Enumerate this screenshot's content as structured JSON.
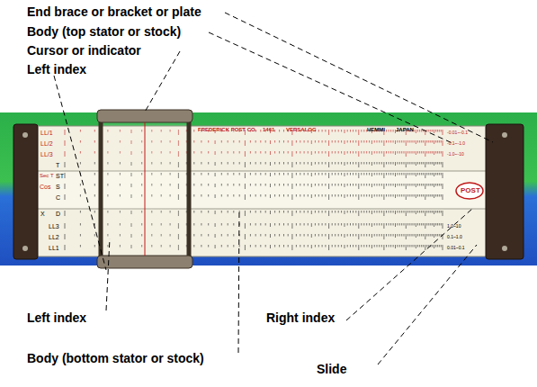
{
  "diagram": {
    "labels": [
      "End brace or bracket or plate",
      "Body (top stator or stock)",
      "Cursor or indicator",
      "Left index",
      "Left index",
      "Right index",
      "Body (bottom stator or stock)",
      "Slide",
      "FREDERICK POST CO.",
      "1461",
      "VERSALOG",
      "HEMMI",
      "JAPAN",
      "POST",
      "LL/1",
      "LL/2",
      "LL/3",
      "T",
      "Sec T",
      "ST",
      "Cos",
      "S",
      "C",
      "X",
      "D",
      "LL3",
      "LL2",
      "LL1",
      "-0.01~-0.1",
      "-0.1~-1.0",
      "-1.0~-10",
      "1.0~10",
      "0.1~1.0",
      "0.01~0.1"
    ]
  }
}
